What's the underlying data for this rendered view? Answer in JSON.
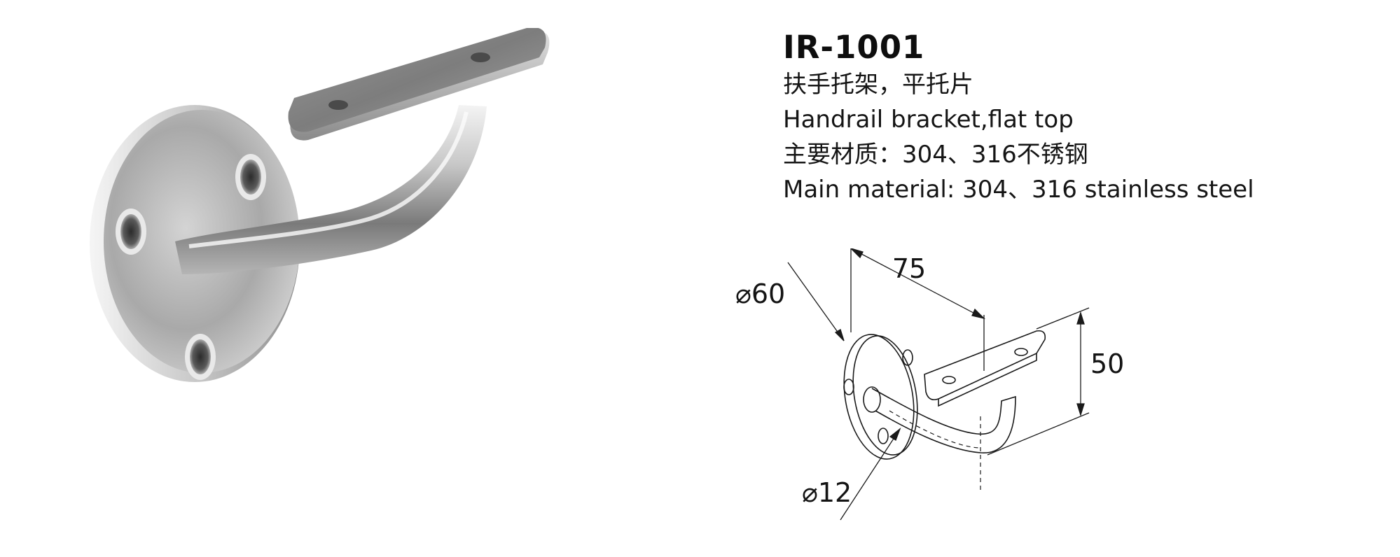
{
  "product": {
    "model": "IR-1001",
    "name_cn": "扶手托架，平托片",
    "name_en": "Handrail bracket,flat top",
    "material_cn": "主要材质：304、316不锈钢",
    "material_en": "Main material: 304、316 stainless steel"
  },
  "drawing": {
    "dim_width": "75",
    "dim_base_diameter": "⌀60",
    "dim_height": "50",
    "dim_rod_diameter": "⌀12"
  },
  "colors": {
    "steel_light": "#f2f2f2",
    "steel_mid": "#b9b9b9",
    "steel_dark": "#6c6c6c",
    "line": "#1a1a1a"
  }
}
